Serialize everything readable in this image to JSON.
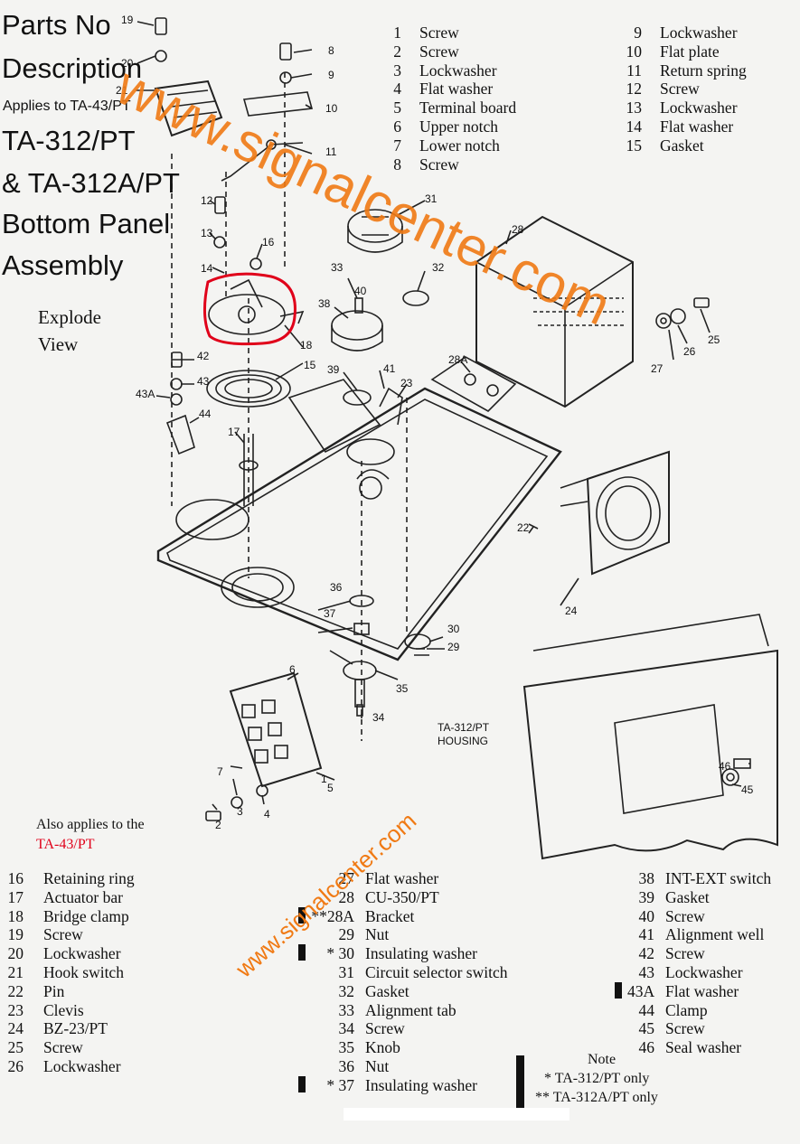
{
  "title": {
    "line1": "Parts No",
    "line2": "Description",
    "applies": "Applies to TA-43/PT",
    "line3": "TA-312/PT",
    "line4": "& TA-312A/PT",
    "line5": "Bottom Panel",
    "line6": "Assembly"
  },
  "explode": {
    "line1": "Explode",
    "line2": "View"
  },
  "also_applies": {
    "line1": "Also applies to the",
    "line2": "TA-43/PT"
  },
  "housing_label": {
    "line1": "TA-312/PT",
    "line2": "HOUSING"
  },
  "watermark": {
    "big": "www.signalcenter.com",
    "small": "www.signalcenter.com"
  },
  "top_list_left": [
    {
      "num": "1",
      "label": "Screw"
    },
    {
      "num": "2",
      "label": "Screw"
    },
    {
      "num": "3",
      "label": "Lockwasher"
    },
    {
      "num": "4",
      "label": "Flat washer"
    },
    {
      "num": "5",
      "label": "Terminal board"
    },
    {
      "num": "6",
      "label": "Upper notch"
    },
    {
      "num": "7",
      "label": "Lower notch"
    },
    {
      "num": "8",
      "label": "Screw"
    }
  ],
  "top_list_right": [
    {
      "num": "9",
      "label": "Lockwasher"
    },
    {
      "num": "10",
      "label": "Flat plate"
    },
    {
      "num": "11",
      "label": "Return spring"
    },
    {
      "num": "12",
      "label": "Screw"
    },
    {
      "num": "13",
      "label": "Lockwasher"
    },
    {
      "num": "14",
      "label": "Flat washer"
    },
    {
      "num": "15",
      "label": "Gasket"
    }
  ],
  "bottom_list_1": [
    {
      "num": "16",
      "label": "Retaining ring"
    },
    {
      "num": "17",
      "label": "Actuator bar"
    },
    {
      "num": "18",
      "label": "Bridge clamp"
    },
    {
      "num": "19",
      "label": "Screw"
    },
    {
      "num": "20",
      "label": "Lockwasher"
    },
    {
      "num": "21",
      "label": "Hook switch"
    },
    {
      "num": "22",
      "label": "Pin"
    },
    {
      "num": "23",
      "label": "Clevis"
    },
    {
      "num": "24",
      "label": "BZ-23/PT"
    },
    {
      "num": "25",
      "label": "Screw"
    },
    {
      "num": "26",
      "label": "Lockwasher"
    }
  ],
  "bottom_list_2": [
    {
      "num": "27",
      "label": "Flat washer",
      "mark": ""
    },
    {
      "num": "28",
      "label": "CU-350/PT",
      "mark": ""
    },
    {
      "num": "**28A",
      "label": "Bracket",
      "mark": "bar"
    },
    {
      "num": "29",
      "label": "Nut",
      "mark": ""
    },
    {
      "num": "* 30",
      "label": "Insulating washer",
      "mark": "bar"
    },
    {
      "num": "31",
      "label": "Circuit selector switch",
      "mark": ""
    },
    {
      "num": "32",
      "label": "Gasket",
      "mark": ""
    },
    {
      "num": "33",
      "label": "Alignment tab",
      "mark": ""
    },
    {
      "num": "34",
      "label": "Screw",
      "mark": ""
    },
    {
      "num": "35",
      "label": "Knob",
      "mark": ""
    },
    {
      "num": "36",
      "label": "Nut",
      "mark": ""
    },
    {
      "num": "* 37",
      "label": "Insulating washer",
      "mark": "bar"
    }
  ],
  "bottom_list_3": [
    {
      "num": "38",
      "label": "INT-EXT switch",
      "mark": ""
    },
    {
      "num": "39",
      "label": "Gasket",
      "mark": ""
    },
    {
      "num": "40",
      "label": "Screw",
      "mark": ""
    },
    {
      "num": "41",
      "label": "Alignment well",
      "mark": ""
    },
    {
      "num": "42",
      "label": "Screw",
      "mark": ""
    },
    {
      "num": "43",
      "label": "Lockwasher",
      "mark": ""
    },
    {
      "num": "43A",
      "label": "Flat washer",
      "mark": "bar"
    },
    {
      "num": "44",
      "label": "Clamp",
      "mark": ""
    },
    {
      "num": "45",
      "label": "Screw",
      "mark": ""
    },
    {
      "num": "46",
      "label": "Seal washer",
      "mark": ""
    }
  ],
  "note": {
    "title": "Note",
    "line1": "* TA-312/PT only",
    "line2": "** TA-312A/PT only"
  },
  "callouts": [
    "1",
    "2",
    "3",
    "4",
    "5",
    "6",
    "7",
    "8",
    "9",
    "10",
    "11",
    "12",
    "13",
    "14",
    "15",
    "16",
    "17",
    "18",
    "19",
    "20",
    "21",
    "22",
    "23",
    "24",
    "25",
    "26",
    "27",
    "28",
    "28A",
    "29",
    "30",
    "31",
    "32",
    "33",
    "34",
    "35",
    "36",
    "37",
    "38",
    "39",
    "40",
    "41",
    "42",
    "43",
    "43A",
    "44",
    "45",
    "46"
  ],
  "colors": {
    "title_red": "#e0001a",
    "watermark": "#f07a14",
    "highlight": "#e0001a"
  }
}
